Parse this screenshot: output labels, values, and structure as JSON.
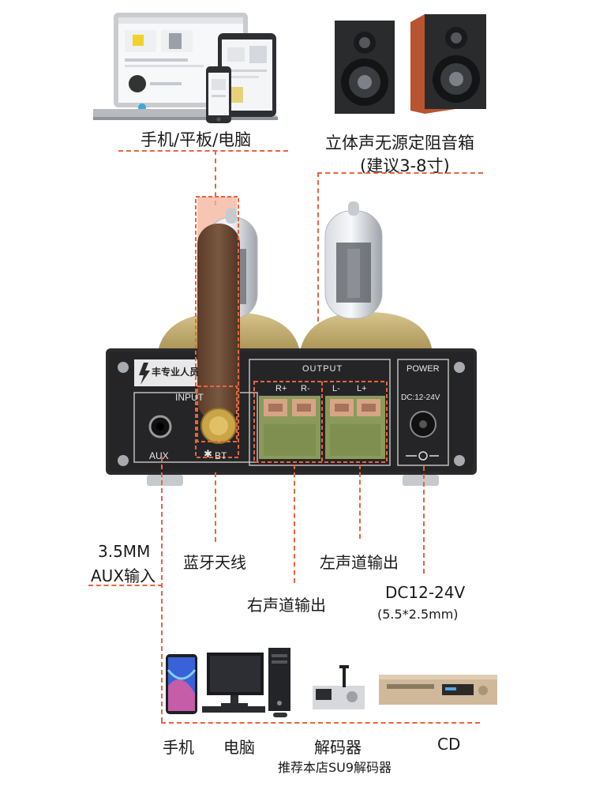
{
  "labels": {
    "source_devices": "手机/平板/电脑",
    "speaker_line1": "立体声无源定阻音箱",
    "speaker_line2": "(建议3-8寸)",
    "aux_line1": "3.5MM",
    "aux_line2": "AUX输入",
    "bt_antenna": "蓝牙天线",
    "left_output": "左声道输出",
    "right_output": "右声道输出",
    "dc_line1": "DC12-24V",
    "dc_line2": "(5.5*2.5mm)",
    "phone": "手机",
    "computer": "电脑",
    "decoder": "解码器",
    "cd": "CD",
    "recommend": "推荐本店SU9解码器"
  },
  "panel": {
    "brand": "丰专业人员",
    "input": "INPUT",
    "output": "OUTPUT",
    "power": "POWER",
    "aux": "AUX",
    "bt": "BT",
    "dc": "DC:12-24V",
    "r_plus": "R+",
    "r_minus": "R-",
    "l_minus": "L-",
    "l_plus": "L+"
  },
  "colors": {
    "callout_line": "#e8643c",
    "panel": "#2b2b2d",
    "terminal": "#8a9a5b",
    "antenna": "#6b4a33",
    "speaker_wood": "#b8542f"
  }
}
